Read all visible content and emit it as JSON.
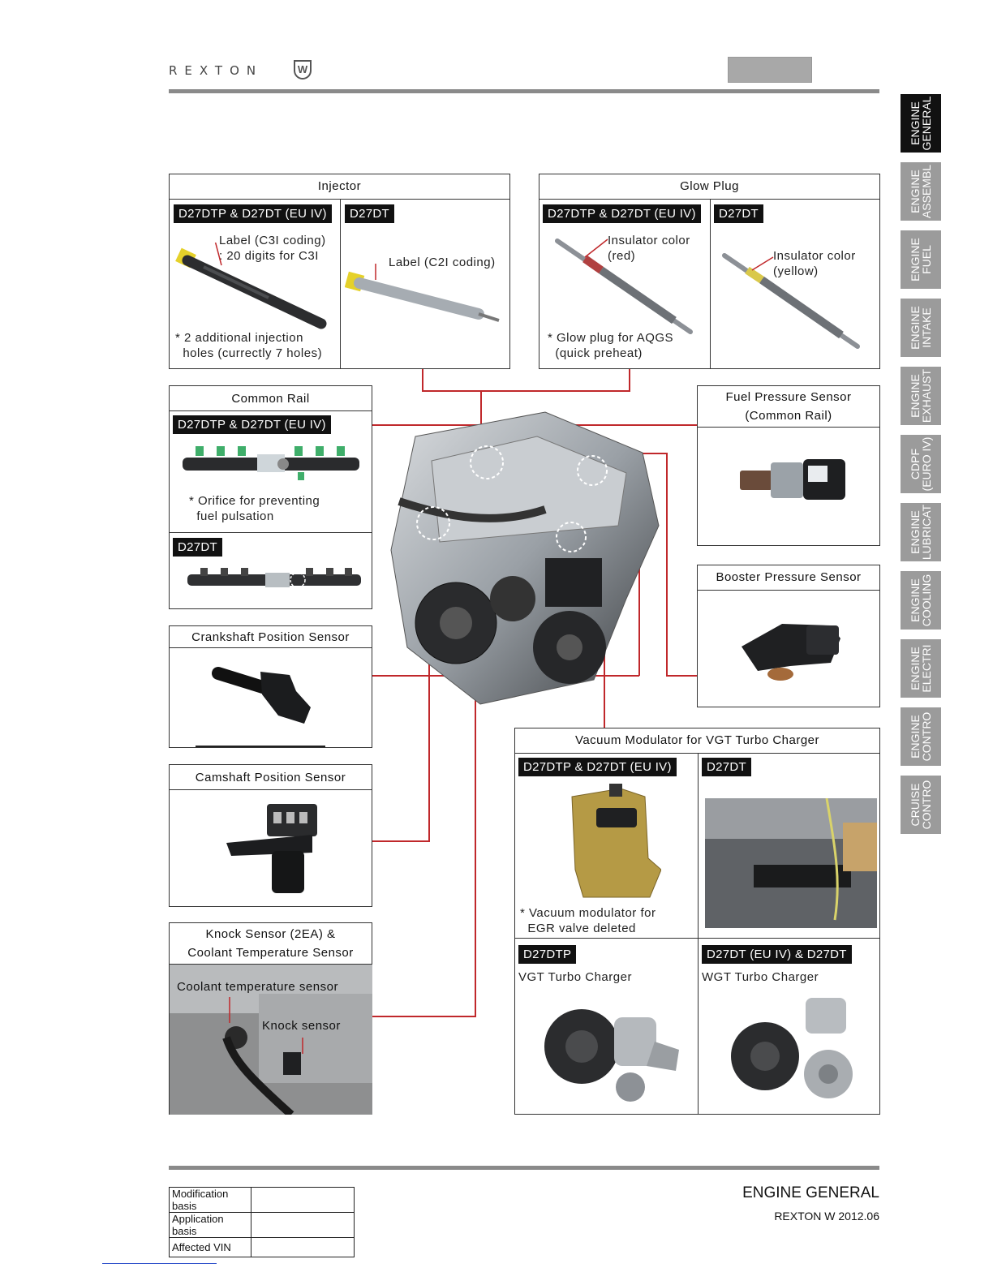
{
  "header": {
    "logo_text": "REXTON",
    "logo_badge": "W"
  },
  "sidebar": {
    "tabs": [
      {
        "label": "ENGINE\nGENERAL",
        "active": true
      },
      {
        "label": "ENGINE\nASSEMBL",
        "active": false
      },
      {
        "label": "ENGINE\nFUEL",
        "active": false
      },
      {
        "label": "ENGINE\nINTAKE",
        "active": false
      },
      {
        "label": "ENGINE\nEXHAUST",
        "active": false
      },
      {
        "label": "CDPF\n(EURO IV)",
        "active": false
      },
      {
        "label": "ENGINE\nLUBRICAT",
        "active": false
      },
      {
        "label": "ENGINE\nCOOLING",
        "active": false
      },
      {
        "label": "ENGINE\nELECTRI",
        "active": false
      },
      {
        "label": "ENGINE\nCONTRO",
        "active": false
      },
      {
        "label": "CRUISE\nCONTRO",
        "active": false
      }
    ]
  },
  "injector": {
    "title": "Injector",
    "left_badge": "D27DTP & D27DT (EU IV)",
    "right_badge": "D27DT",
    "label_c3i": "Label (C3I coding)\n: 20 digits for C3I",
    "holes_note": "* 2 additional injection\n  holes (currectly 7 holes)",
    "label_c2i": "Label (C2I coding)"
  },
  "glow_plug": {
    "title": "Glow Plug",
    "left_badge": "D27DTP & D27DT (EU IV)",
    "right_badge": "D27DT",
    "insulator_red": "Insulator color\n(red)",
    "aqgs_note": "* Glow plug for AQGS\n  (quick preheat)",
    "insulator_yellow": "Insulator color\n(yellow)"
  },
  "common_rail": {
    "title": "Common Rail",
    "top_badge": "D27DTP & D27DT (EU IV)",
    "orifice_note": "* Orifice for preventing\n  fuel pulsation",
    "bottom_badge": "D27DT"
  },
  "fuel_pressure_sensor": {
    "title": "Fuel Pressure Sensor\n(Common Rail)"
  },
  "booster_pressure_sensor": {
    "title": "Booster Pressure Sensor"
  },
  "crankshaft_sensor": {
    "title": "Crankshaft Position Sensor"
  },
  "camshaft_sensor": {
    "title": "Camshaft Position Sensor"
  },
  "knock_coolant": {
    "title": "Knock Sensor (2EA) &\nCoolant Temperature Sensor",
    "coolant_label": "Coolant temperature sensor",
    "knock_label": "Knock sensor"
  },
  "vacuum_modulator": {
    "title": "Vacuum Modulator for VGT Turbo Charger",
    "left_badge": "D27DTP & D27DT (EU IV)",
    "right_badge": "D27DT",
    "egr_note": "* Vacuum modulator for\n  EGR valve deleted",
    "vgt_badge": "D27DTP",
    "vgt_label": "VGT Turbo Charger",
    "wgt_badge": "D27DT (EU IV) & D27DT",
    "wgt_label": "WGT Turbo Charger"
  },
  "footer": {
    "table": [
      {
        "label": "Modification basis",
        "value": ""
      },
      {
        "label": "Application basis",
        "value": ""
      },
      {
        "label": "Affected VIN",
        "value": ""
      }
    ],
    "section": "ENGINE GENERAL",
    "model": "REXTON W 2012.06"
  }
}
